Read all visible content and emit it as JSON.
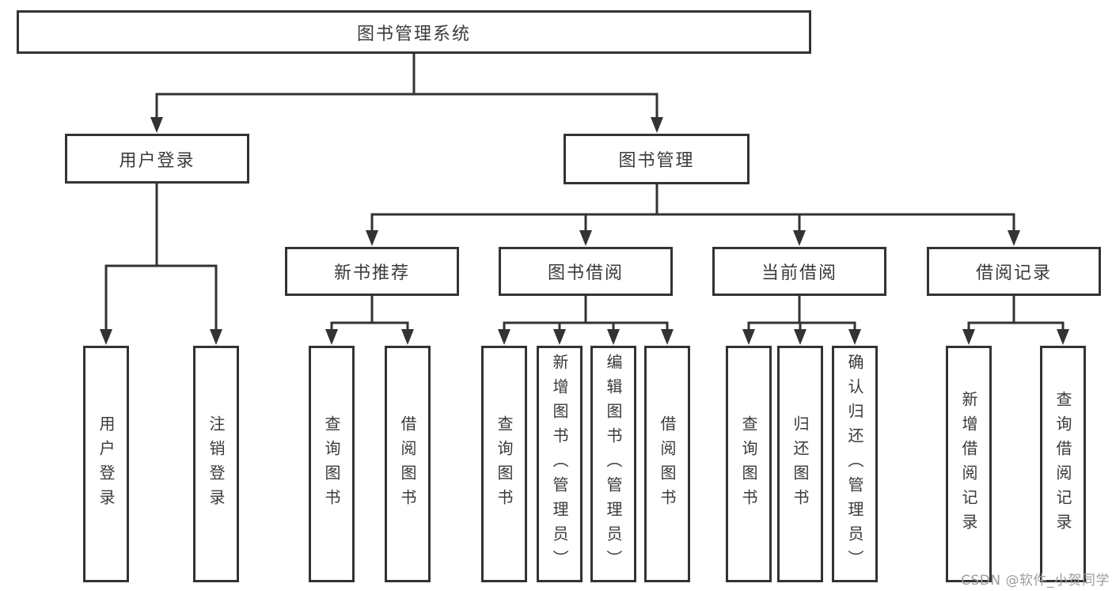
{
  "diagram": {
    "root": {
      "label": "图书管理系统"
    },
    "level1": [
      {
        "label": "用户登录",
        "leaves": [
          "用户登录",
          "注销登录"
        ]
      },
      {
        "label": "图书管理",
        "groups": [
          {
            "label": "新书推荐",
            "leaves": [
              "查询图书",
              "借阅图书"
            ]
          },
          {
            "label": "图书借阅",
            "leaves": [
              "查询图书",
              "新增图书（管理员）",
              "编辑图书（管理员）",
              "借阅图书"
            ]
          },
          {
            "label": "当前借阅",
            "leaves": [
              "查询图书",
              "归还图书",
              "确认归还（管理员）"
            ]
          },
          {
            "label": "借阅记录",
            "leaves": [
              "新增借阅记录",
              "查询借阅记录"
            ]
          }
        ]
      }
    ]
  },
  "watermark": {
    "text": "CSDN @软件_小贺同学",
    "color": "#9d9d9d"
  },
  "colors": {
    "line": "#333333",
    "text": "#3a3a3a",
    "background": "#ffffff"
  }
}
